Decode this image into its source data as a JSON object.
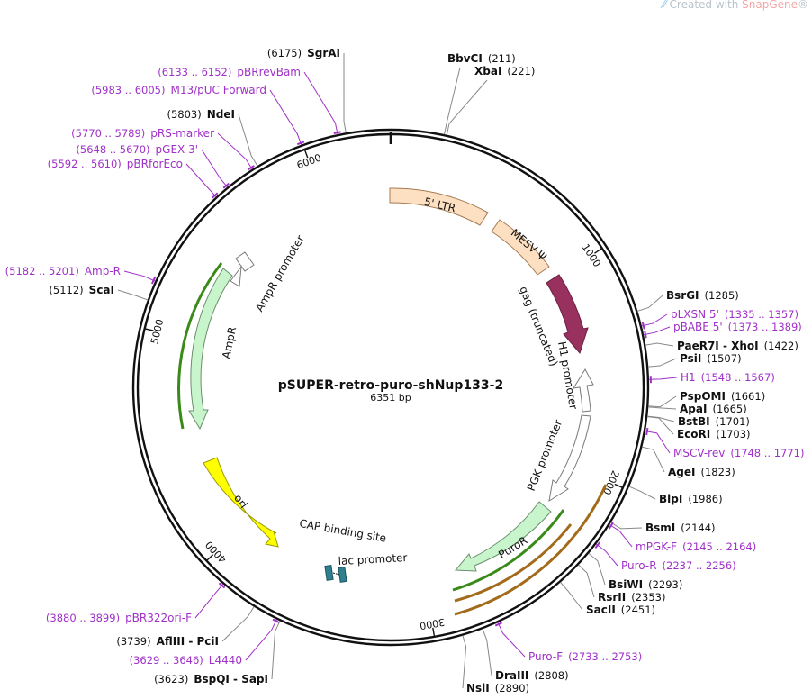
{
  "watermark": {
    "prefix": "Created with ",
    "brand": "SnapGene",
    "reg": "®"
  },
  "plasmid": {
    "name": "pSUPER-retro-puro-shNup133-2",
    "size_label": "6351 bp",
    "length": 6351
  },
  "ticks": [
    {
      "pos": 1000,
      "label": "1000"
    },
    {
      "pos": 2000,
      "label": "2000"
    },
    {
      "pos": 3000,
      "label": "3000"
    },
    {
      "pos": 4000,
      "label": "4000"
    },
    {
      "pos": 5000,
      "label": "5000"
    },
    {
      "pos": 6000,
      "label": "6000"
    }
  ],
  "sites_right": [
    {
      "name": "BbvCI",
      "coord": "(211)",
      "pos": 211,
      "kind": "enzyme",
      "anchor": "top"
    },
    {
      "name": "XbaI",
      "coord": "(221)",
      "pos": 221,
      "kind": "enzyme",
      "anchor": "top"
    },
    {
      "name": "BsrGI",
      "coord": "(1285)",
      "pos": 1285,
      "kind": "enzyme"
    },
    {
      "name": "pLXSN 5'",
      "coord": "(1335 .. 1357)",
      "pos": 1346,
      "kind": "primer"
    },
    {
      "name": "pBABE 5'",
      "coord": "(1373 .. 1389)",
      "pos": 1381,
      "kind": "primer"
    },
    {
      "name": "PaeR7I - XhoI",
      "coord": "(1422)",
      "pos": 1422,
      "kind": "enzyme"
    },
    {
      "name": "PsiI",
      "coord": "(1507)",
      "pos": 1507,
      "kind": "enzyme"
    },
    {
      "name": "H1",
      "coord": "(1548 .. 1567)",
      "pos": 1557,
      "kind": "primer"
    },
    {
      "name": "PspOMI",
      "coord": "(1661)",
      "pos": 1661,
      "kind": "enzyme"
    },
    {
      "name": "ApaI",
      "coord": "(1665)",
      "pos": 1665,
      "kind": "enzyme"
    },
    {
      "name": "BstBI",
      "coord": "(1701)",
      "pos": 1701,
      "kind": "enzyme"
    },
    {
      "name": "EcoRI",
      "coord": "(1703)",
      "pos": 1703,
      "kind": "enzyme"
    },
    {
      "name": "MSCV-rev",
      "coord": "(1748 .. 1771)",
      "pos": 1760,
      "kind": "primer"
    },
    {
      "name": "AgeI",
      "coord": "(1823)",
      "pos": 1823,
      "kind": "enzyme"
    },
    {
      "name": "BlpI",
      "coord": "(1986)",
      "pos": 1986,
      "kind": "enzyme"
    },
    {
      "name": "BsmI",
      "coord": "(2144)",
      "pos": 2144,
      "kind": "enzyme"
    },
    {
      "name": "mPGK-F",
      "coord": "(2145 .. 2164)",
      "pos": 2154,
      "kind": "primer"
    },
    {
      "name": "Puro-R",
      "coord": "(2237 .. 2256)",
      "pos": 2246,
      "kind": "primer"
    },
    {
      "name": "BsiWI",
      "coord": "(2293)",
      "pos": 2293,
      "kind": "enzyme"
    },
    {
      "name": "RsrII",
      "coord": "(2353)",
      "pos": 2353,
      "kind": "enzyme"
    },
    {
      "name": "SacII",
      "coord": "(2451)",
      "pos": 2451,
      "kind": "enzyme"
    },
    {
      "name": "Puro-F",
      "coord": "(2733 .. 2753)",
      "pos": 2743,
      "kind": "primer"
    },
    {
      "name": "DraIII",
      "coord": "(2808)",
      "pos": 2808,
      "kind": "enzyme"
    },
    {
      "name": "NsiI",
      "coord": "(2890)",
      "pos": 2890,
      "kind": "enzyme"
    }
  ],
  "sites_left": [
    {
      "name": "SgrAI",
      "coord": "(6175)",
      "pos": 6175,
      "kind": "enzyme"
    },
    {
      "name": "pBRrevBam",
      "coord": "(6133 .. 6152)",
      "pos": 6142,
      "kind": "primer"
    },
    {
      "name": "M13/pUC Forward",
      "coord": "(5983 .. 6005)",
      "pos": 5994,
      "kind": "primer"
    },
    {
      "name": "NdeI",
      "coord": "(5803)",
      "pos": 5803,
      "kind": "enzyme"
    },
    {
      "name": "pRS-marker",
      "coord": "(5770 .. 5789)",
      "pos": 5779,
      "kind": "primer"
    },
    {
      "name": "pGEX 3'",
      "coord": "(5648 .. 5670)",
      "pos": 5659,
      "kind": "primer"
    },
    {
      "name": "pBRforEco",
      "coord": "(5592 .. 5610)",
      "pos": 5601,
      "kind": "primer"
    },
    {
      "name": "Amp-R",
      "coord": "(5182 .. 5201)",
      "pos": 5191,
      "kind": "primer"
    },
    {
      "name": "ScaI",
      "coord": "(5112)",
      "pos": 5112,
      "kind": "enzyme"
    },
    {
      "name": "pBR322ori-F",
      "coord": "(3880 .. 3899)",
      "pos": 3889,
      "kind": "primer"
    },
    {
      "name": "AflIII - PciI",
      "coord": "(3739)",
      "pos": 3739,
      "kind": "enzyme"
    },
    {
      "name": "L4440",
      "coord": "(3629 .. 3646)",
      "pos": 3637,
      "kind": "primer"
    },
    {
      "name": "BspQI - SapI",
      "coord": "(3623)",
      "pos": 3623,
      "kind": "enzyme"
    }
  ],
  "features": [
    {
      "name": "5' LTR",
      "kind": "box",
      "color": "#fde0c2",
      "stroke": "#a57a52"
    },
    {
      "name": "MESV Ψ",
      "kind": "box",
      "color": "#fde0c2",
      "stroke": "#a57a52"
    },
    {
      "name": "gag (truncated)",
      "kind": "arrow-cw",
      "color": "#99315f",
      "stroke": "#6a1f41"
    },
    {
      "name": "H1 promoter",
      "kind": "arrow-ccw",
      "color": "#ffffff",
      "stroke": "#7a7a7a"
    },
    {
      "name": "PGK promoter",
      "kind": "arrow-ccw",
      "color": "#ffffff",
      "stroke": "#7a7a7a"
    },
    {
      "name": "PuroR",
      "kind": "arrow-ccw",
      "color": "#c8f5cc",
      "stroke": "#6a8f6c"
    },
    {
      "name": "ori",
      "kind": "arrow-cw",
      "color": "#ffff00",
      "stroke": "#9a9a00"
    },
    {
      "name": "CAP binding site",
      "kind": "small",
      "color": "#2f7f8f",
      "stroke": "#1e5560"
    },
    {
      "name": "lac promoter",
      "kind": "small",
      "color": "#2f7f8f",
      "stroke": "#1e5560"
    },
    {
      "name": "AmpR",
      "kind": "arrow-ccw",
      "color": "#c8f5cc",
      "stroke": "#6a8f6c"
    },
    {
      "name": "AmpR promoter",
      "kind": "arrow-ccw",
      "color": "#ffffff",
      "stroke": "#7a7a7a"
    }
  ],
  "colors": {
    "primer": "#a030c8",
    "enzyme": "#111111",
    "ring": "#111111"
  }
}
